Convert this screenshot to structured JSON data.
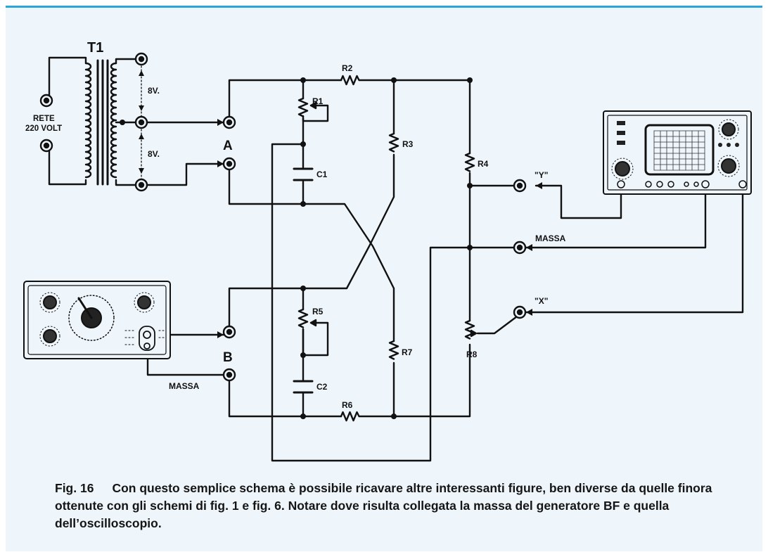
{
  "labels": {
    "t1": "T1",
    "rete": "RETE",
    "volt220": "220 VOLT",
    "v8_top": "8V.",
    "v8_bottom": "8V.",
    "a": "A",
    "b": "B",
    "r1": "R1",
    "r2": "R2",
    "r3": "R3",
    "r4": "R4",
    "r5": "R5",
    "r6": "R6",
    "r7": "R7",
    "r8": "R8",
    "c1": "C1",
    "c2": "C2",
    "y": "\"Y\"",
    "x": "\"X\"",
    "massa_right": "MASSA",
    "massa_left": "MASSA"
  },
  "caption": {
    "fig": "Fig. 16",
    "text": "Con questo semplice schema è possibile ricavare altre interessanti figure, ben diverse da quelle finora ottenute con gli schemi di fig. 1 e fig. 6. Notare dove risulta collegata la massa del generatore BF e quella dell’oscilloscopio."
  },
  "colors": {
    "background": "#eef5fb",
    "border_accent": "#2aa6d8",
    "ink": "#111111"
  }
}
